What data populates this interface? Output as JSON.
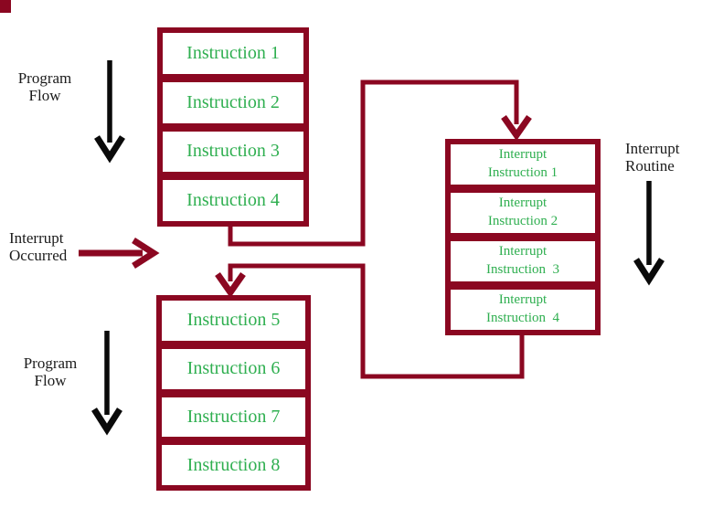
{
  "theme": {
    "bg": "#ffffff",
    "maroon": "#8B0721",
    "green": "#2FAF50",
    "ink": "#1b1b1b",
    "black": "#0a0a0a"
  },
  "labels": {
    "program_flow_top": {
      "line1": "Program",
      "line2": "Flow"
    },
    "interrupt_occurred": {
      "line1": "Interrupt",
      "line2": "Occurred"
    },
    "program_flow_bottom": {
      "line1": "Program",
      "line2": "Flow"
    },
    "interrupt_routine": {
      "line1": "Interrupt",
      "line2": "Routine"
    }
  },
  "top_sequence_box": {
    "cells": [
      "Instruction 1",
      "Instruction 2",
      "Instruction 3",
      "Instruction 4"
    ]
  },
  "bottom_sequence_box": {
    "cells": [
      "Instruction 5",
      "Instruction 6",
      "Instruction 7",
      "Instruction 8"
    ]
  },
  "interrupt_routine_box": {
    "cells": [
      {
        "line1": "Interrupt",
        "line2": "Instruction 1"
      },
      {
        "line1": "Interrupt",
        "line2": "Instruction 2"
      },
      {
        "line1": "Interrupt",
        "line2": "Instruction  3"
      },
      {
        "line1": "Interrupt",
        "line2": "Instruction  4"
      }
    ]
  }
}
